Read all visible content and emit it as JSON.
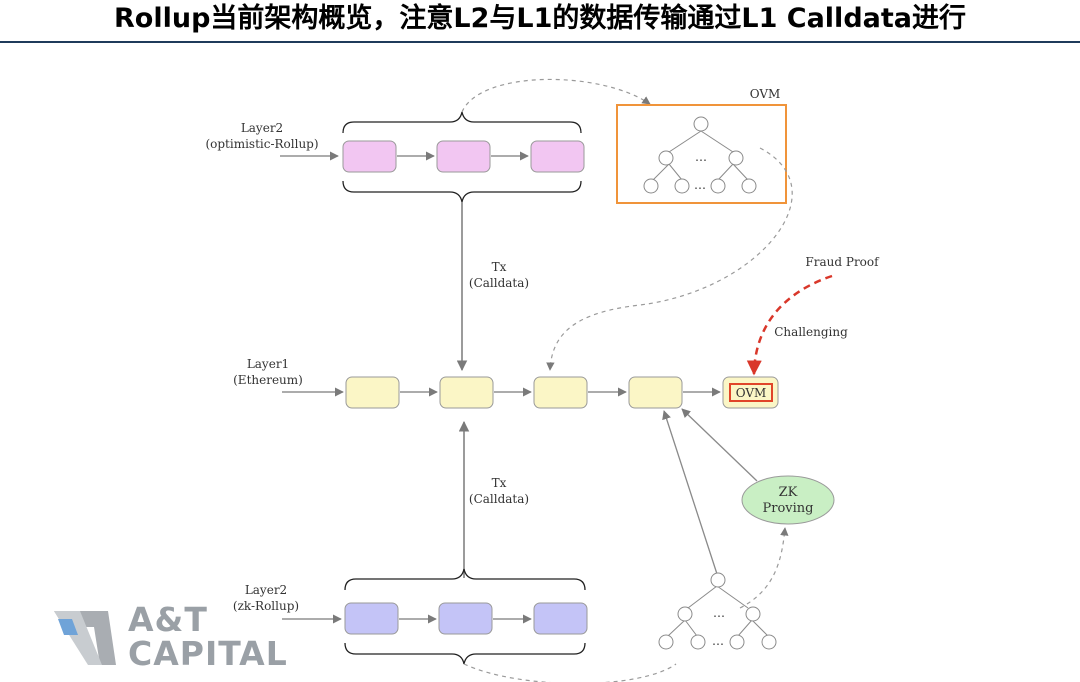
{
  "page": {
    "title": "Rollup当前架构概览，注意L2与L1的数据传输通过L1 Calldata进行"
  },
  "diagram": {
    "layer2_optimistic": {
      "name": "Layer2",
      "sub": "(optimistic-Rollup)"
    },
    "layer1": {
      "name": "Layer1",
      "sub": "(Ethereum)"
    },
    "layer2_zk": {
      "name": "Layer2",
      "sub": "(zk-Rollup)"
    },
    "tx_top": {
      "name": "Tx",
      "sub": "(Calldata)"
    },
    "tx_bottom": {
      "name": "Tx",
      "sub": "(Calldata)"
    },
    "ovm_box_label": "OVM",
    "ovm_block_label": "OVM",
    "fraud_proof": "Fraud Proof",
    "challenging": "Challenging",
    "zk_proving": {
      "line1": "ZK",
      "line2": "Proving"
    },
    "ellipsis": "…"
  },
  "colors": {
    "optimistic_block": "#f2c6f2",
    "layer1_block": "#fbf6c6",
    "zk_block": "#c4c4f7",
    "ovm_border": "#f0943a",
    "fraud_arrow": "#d9372a",
    "zk_ellipse": "#c9efc4",
    "title_rule": "#1f3b5b"
  },
  "logo": {
    "line1": "A&T",
    "line2": "CAPITAL"
  }
}
